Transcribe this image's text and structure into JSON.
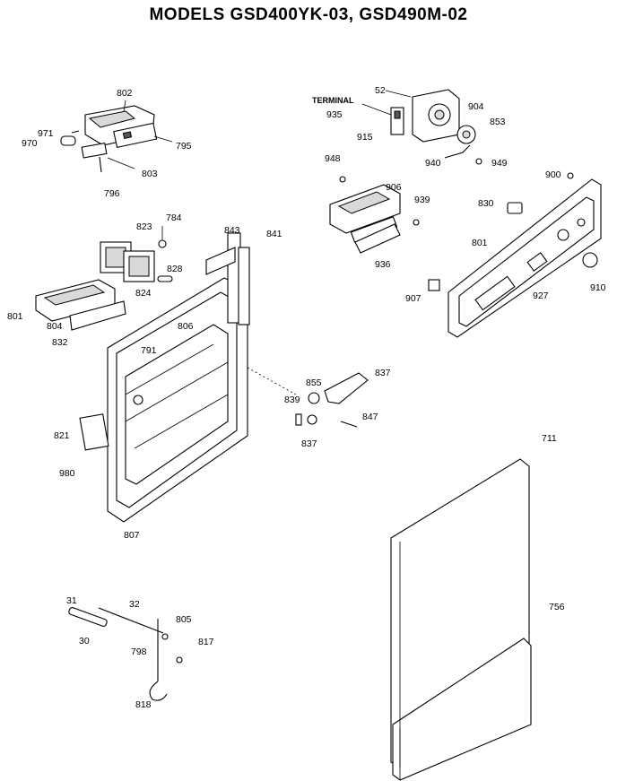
{
  "title": "MODELS GSD400YK-03, GSD490M-02",
  "terminal_label": "TERMINAL",
  "part_labels": [
    "802",
    "971",
    "970",
    "795",
    "803",
    "796",
    "784",
    "823",
    "843",
    "841",
    "828",
    "824",
    "801",
    "804",
    "832",
    "806",
    "791",
    "821",
    "980",
    "807",
    "52",
    "935",
    "904",
    "853",
    "915",
    "940",
    "949",
    "948",
    "906",
    "939",
    "936",
    "900",
    "830",
    "801",
    "927",
    "907",
    "910",
    "839",
    "855",
    "837",
    "847",
    "837",
    "711",
    "756",
    "31",
    "32",
    "805",
    "30",
    "798",
    "817",
    "818"
  ]
}
